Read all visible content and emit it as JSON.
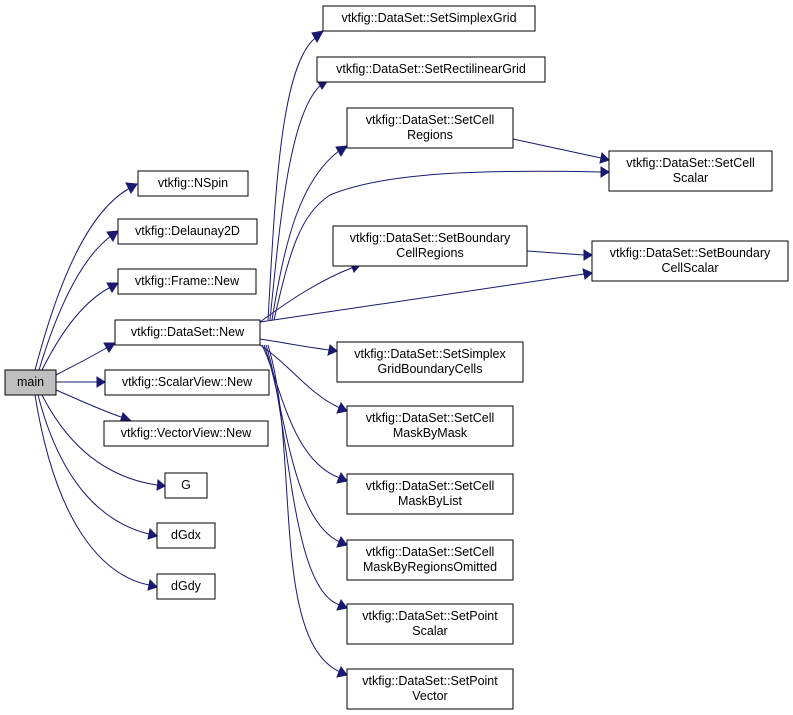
{
  "graph": {
    "edge_color": "#191970",
    "root_fill": "#bfbfbf",
    "nodes": [
      {
        "id": "main",
        "lines": [
          "main"
        ],
        "root": true
      },
      {
        "id": "nspin",
        "lines": [
          "vtkfig::NSpin"
        ]
      },
      {
        "id": "delaunay",
        "lines": [
          "vtkfig::Delaunay2D"
        ]
      },
      {
        "id": "frame_new",
        "lines": [
          "vtkfig::Frame::New"
        ]
      },
      {
        "id": "dataset_new",
        "lines": [
          "vtkfig::DataSet::New"
        ]
      },
      {
        "id": "scalarview_new",
        "lines": [
          "vtkfig::ScalarView::New"
        ]
      },
      {
        "id": "vectorview_new",
        "lines": [
          "vtkfig::VectorView::New"
        ]
      },
      {
        "id": "g",
        "lines": [
          "G"
        ]
      },
      {
        "id": "dgdx",
        "lines": [
          "dGdx"
        ]
      },
      {
        "id": "dgdy",
        "lines": [
          "dGdy"
        ]
      },
      {
        "id": "set_simplex_grid",
        "lines": [
          "vtkfig::DataSet::SetSimplexGrid"
        ]
      },
      {
        "id": "set_rectilinear_grid",
        "lines": [
          "vtkfig::DataSet::SetRectilinearGrid"
        ]
      },
      {
        "id": "set_cell_regions",
        "lines": [
          "vtkfig::DataSet::SetCell",
          "Regions"
        ]
      },
      {
        "id": "set_cell_scalar",
        "lines": [
          "vtkfig::DataSet::SetCell",
          "Scalar"
        ]
      },
      {
        "id": "set_boundary_cell_regions",
        "lines": [
          "vtkfig::DataSet::SetBoundary",
          "CellRegions"
        ]
      },
      {
        "id": "set_boundary_cell_scalar",
        "lines": [
          "vtkfig::DataSet::SetBoundary",
          "CellScalar"
        ]
      },
      {
        "id": "set_simplex_grid_boundary_cells",
        "lines": [
          "vtkfig::DataSet::SetSimplex",
          "GridBoundaryCells"
        ]
      },
      {
        "id": "set_cell_mask_by_mask",
        "lines": [
          "vtkfig::DataSet::SetCell",
          "MaskByMask"
        ]
      },
      {
        "id": "set_cell_mask_by_list",
        "lines": [
          "vtkfig::DataSet::SetCell",
          "MaskByList"
        ]
      },
      {
        "id": "set_cell_mask_by_regions_omitted",
        "lines": [
          "vtkfig::DataSet::SetCell",
          "MaskByRegionsOmitted"
        ]
      },
      {
        "id": "set_point_scalar",
        "lines": [
          "vtkfig::DataSet::SetPoint",
          "Scalar"
        ]
      },
      {
        "id": "set_point_vector",
        "lines": [
          "vtkfig::DataSet::SetPoint",
          "Vector"
        ]
      }
    ],
    "edges": [
      [
        "main",
        "nspin"
      ],
      [
        "main",
        "delaunay"
      ],
      [
        "main",
        "frame_new"
      ],
      [
        "main",
        "dataset_new"
      ],
      [
        "main",
        "scalarview_new"
      ],
      [
        "main",
        "vectorview_new"
      ],
      [
        "main",
        "g"
      ],
      [
        "main",
        "dgdx"
      ],
      [
        "main",
        "dgdy"
      ],
      [
        "dataset_new",
        "set_simplex_grid"
      ],
      [
        "dataset_new",
        "set_rectilinear_grid"
      ],
      [
        "dataset_new",
        "set_cell_regions"
      ],
      [
        "dataset_new",
        "set_cell_scalar"
      ],
      [
        "dataset_new",
        "set_boundary_cell_regions"
      ],
      [
        "dataset_new",
        "set_boundary_cell_scalar"
      ],
      [
        "dataset_new",
        "set_simplex_grid_boundary_cells"
      ],
      [
        "dataset_new",
        "set_cell_mask_by_mask"
      ],
      [
        "dataset_new",
        "set_cell_mask_by_list"
      ],
      [
        "dataset_new",
        "set_cell_mask_by_regions_omitted"
      ],
      [
        "dataset_new",
        "set_point_scalar"
      ],
      [
        "dataset_new",
        "set_point_vector"
      ],
      [
        "set_cell_regions",
        "set_cell_scalar"
      ],
      [
        "set_boundary_cell_regions",
        "set_boundary_cell_scalar"
      ]
    ]
  }
}
